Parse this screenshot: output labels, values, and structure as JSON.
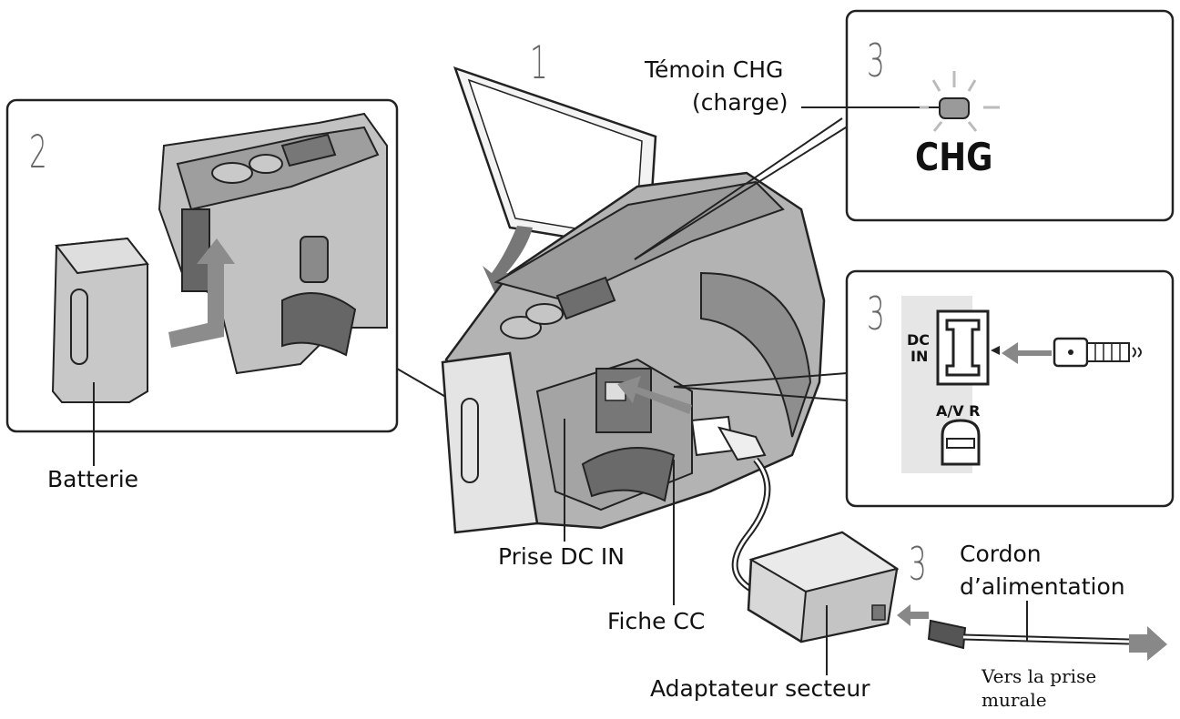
{
  "steps": {
    "top": "1",
    "panel_battery": "2",
    "panel_led": "3",
    "panel_port": "3",
    "adapter": "3"
  },
  "labels": {
    "temoin_line1": "Témoin CHG",
    "temoin_line2": "(charge)",
    "batterie": "Batterie",
    "prise_dc_in": "Prise DC IN",
    "fiche_cc": "Fiche CC",
    "adaptateur": "Adaptateur secteur",
    "cordon_line1": "Cordon",
    "cordon_line2": "d’alimentation",
    "vers_line1": "Vers la prise",
    "vers_line2": "murale"
  },
  "panel_led": {
    "indicator": "CHG"
  },
  "panel_port": {
    "dc_line1": "DC",
    "dc_line2": "IN",
    "av": "A/V R"
  },
  "colors": {
    "panel_border": "#222222",
    "port_panel_bg": "#e6e6e6",
    "arrow_gray": "#8c8c8c",
    "camera_body": "#b3b3b3"
  }
}
